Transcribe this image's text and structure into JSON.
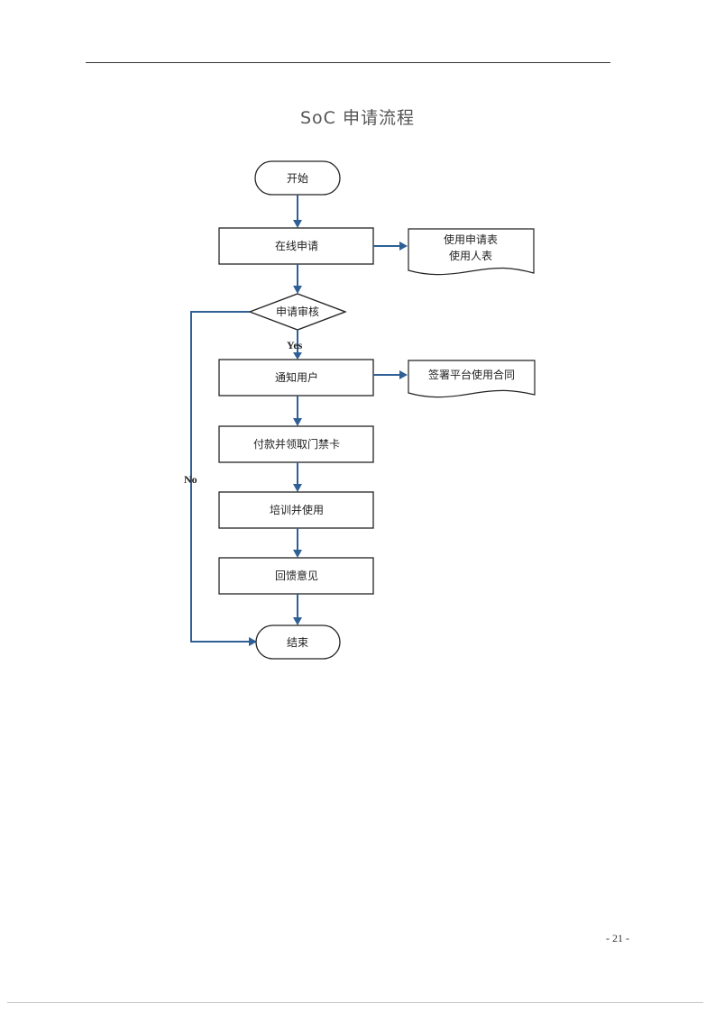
{
  "document": {
    "title": "SoC 申请流程",
    "page_number": "- 21 -"
  },
  "flowchart": {
    "start": "开始",
    "apply_online": "在线申请",
    "apply_doc_line1": "使用申请表",
    "apply_doc_line2": "使用人表",
    "review": "申请审核",
    "yes_label": "Yes",
    "no_label": "No",
    "notify": "通知用户",
    "contract_doc": "签署平台使用合同",
    "pay_card": "付款并领取门禁卡",
    "training": "培训并使用",
    "feedback": "回馈意见",
    "end": "结束"
  }
}
